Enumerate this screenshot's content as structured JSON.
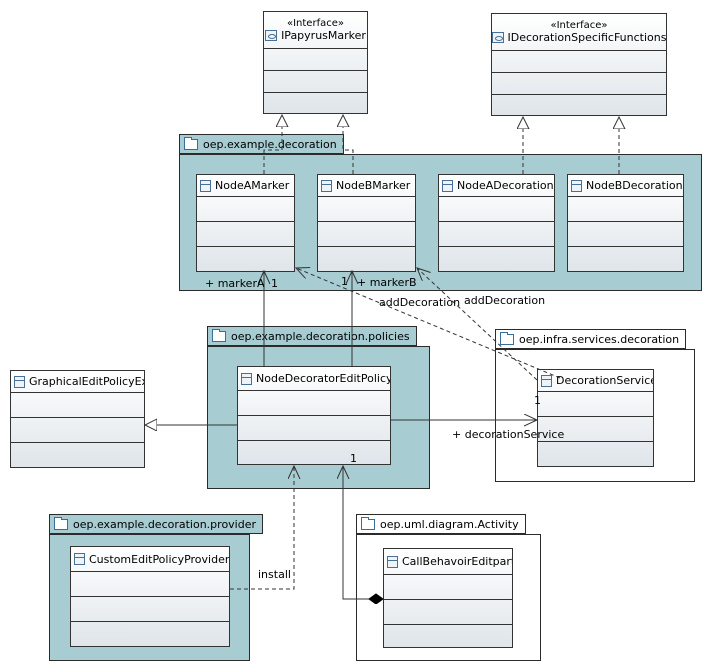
{
  "packages": {
    "decoration": "oep.example.decoration",
    "policies": "oep.example.decoration.policies",
    "services": "oep.infra.services.decoration",
    "provider": "oep.example.decoration.provider",
    "activity": "oep.uml.diagram.Activity"
  },
  "interfaces": {
    "ipapyrus": {
      "stereotype": "«Interface»",
      "name": "IPapyrusMarker"
    },
    "idecoration": {
      "stereotype": "«Interface»",
      "name": "IDecorationSpecificFunctions"
    }
  },
  "classes": {
    "node_a_marker": "NodeAMarker",
    "node_b_marker": "NodeBMarker",
    "node_a_decoration": "NodeADecoration",
    "node_b_decoration": "NodeBDecoration",
    "node_decorator": "NodeDecoratorEditPolicy",
    "graphical": "GraphicalEditPolicyEx",
    "decoration_service": "DecorationService",
    "custom_provider": "CustomEditPolicyProvider",
    "call_behavior": "CallBehavoirEditpart"
  },
  "labels": {
    "marker_a_role": "+ markerA",
    "marker_a_mult": "1",
    "marker_b_mult": "1",
    "marker_b_role": "+ markerB",
    "add_decoration_1": "addDecoration",
    "add_decoration_2": "addDecoration",
    "service_mult": "1",
    "decoration_service_role": "+ decorationService",
    "policy_mult": "1",
    "install": "install"
  },
  "colors": {
    "package_fill": "#a7ccd1",
    "class_gradient_top": "#ffffff",
    "class_gradient_bottom": "#dfe5ea"
  }
}
